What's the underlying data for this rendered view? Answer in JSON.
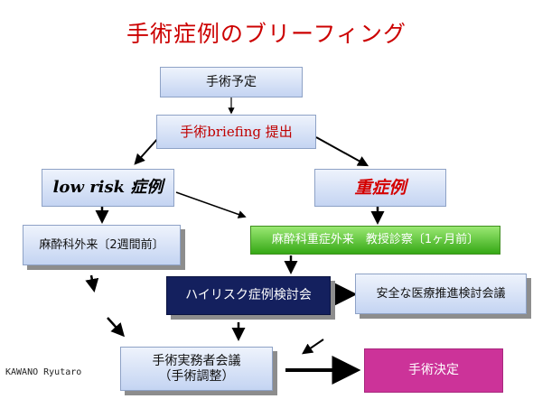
{
  "title": "手術症例のブリーフィング",
  "nodes": {
    "surgery_plan": "手術予定",
    "briefing_submit": "手術briefing 提出",
    "low_risk": "low risk 症例",
    "severe": "重症例",
    "preop_clinic": "麻酔科外来〔2週間前〕",
    "severe_clinic": "麻酔科重症外来　教授診察〔1ヶ月前〕",
    "high_risk_conf": "ハイリスク症例検討会",
    "safety_conf": "安全な医療推進検討会議",
    "staff_meeting_line1": "手術実務者会議",
    "staff_meeting_line2": "（手術調整）",
    "decision": "手術決定"
  },
  "credit": "KAWANO Ryutaro",
  "colors": {
    "title": "#cc0000",
    "light_box": "#c4d4f2",
    "green_box": "#35a815",
    "navy_box": "#14205e",
    "magenta_box": "#cc3399"
  }
}
